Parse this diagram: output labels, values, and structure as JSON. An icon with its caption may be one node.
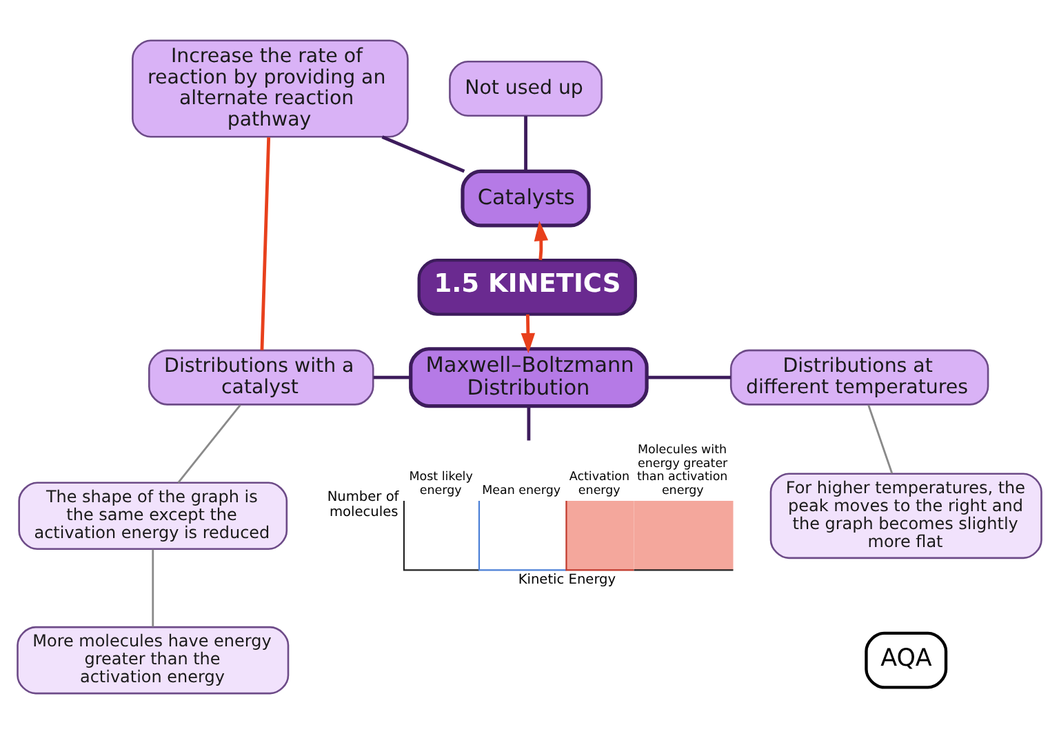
{
  "diagram": {
    "nodes": [
      {
        "text": [
          "Increase the rate of reaction by providing an alternate reaction pathway"
        ]
      },
      {
        "text": [
          "Not used up"
        ]
      },
      {
        "text": [
          "Catalysts"
        ]
      },
      {
        "text": [
          "1.5 KINETICS"
        ]
      },
      {
        "text": [
          "Distributions with a catalyst"
        ]
      },
      {
        "text": [
          "Maxwell–Boltzmann Distribution"
        ]
      },
      {
        "text": [
          "Distributions at different temperatures"
        ]
      },
      {
        "text": [
          "The shape of the graph is the same except the activation energy is reduced"
        ]
      },
      {
        "text": [
          "For higher temperatures, the peak moves to the right and the graph becomes slightly more flat"
        ]
      },
      {
        "text": [
          "Most likely energy",
          "Mean energy",
          "Activation energy",
          "Molecules with energy greater than activation energy",
          "Number of molecules",
          "Kinetic Energy"
        ]
      },
      {
        "text": [
          "More molecules have energy greater than the activation energy"
        ]
      }
    ],
    "edges": [
      {
        "from": 3,
        "to": 2,
        "arrow": "to",
        "color": "#e8401c"
      },
      {
        "from": 3,
        "to": 5,
        "arrow": "to",
        "color": "#e8401c"
      },
      {
        "from": 0,
        "to": 2,
        "arrow": "none"
      },
      {
        "from": 1,
        "to": 2,
        "arrow": "none"
      },
      {
        "from": 0,
        "to": 4,
        "arrow": "none",
        "color": "#e8401c"
      },
      {
        "from": 4,
        "to": 5,
        "arrow": "none"
      },
      {
        "from": 5,
        "to": 6,
        "arrow": "none"
      },
      {
        "from": 5,
        "to": 9,
        "arrow": "none"
      },
      {
        "from": 4,
        "to": 7,
        "arrow": "none",
        "color": "#8a8a8a"
      },
      {
        "from": 6,
        "to": 8,
        "arrow": "none",
        "color": "#8a8a8a"
      },
      {
        "from": 7,
        "to": 10,
        "arrow": "none",
        "color": "#8a8a8a"
      }
    ],
    "labels": [
      "AQA"
    ]
  }
}
